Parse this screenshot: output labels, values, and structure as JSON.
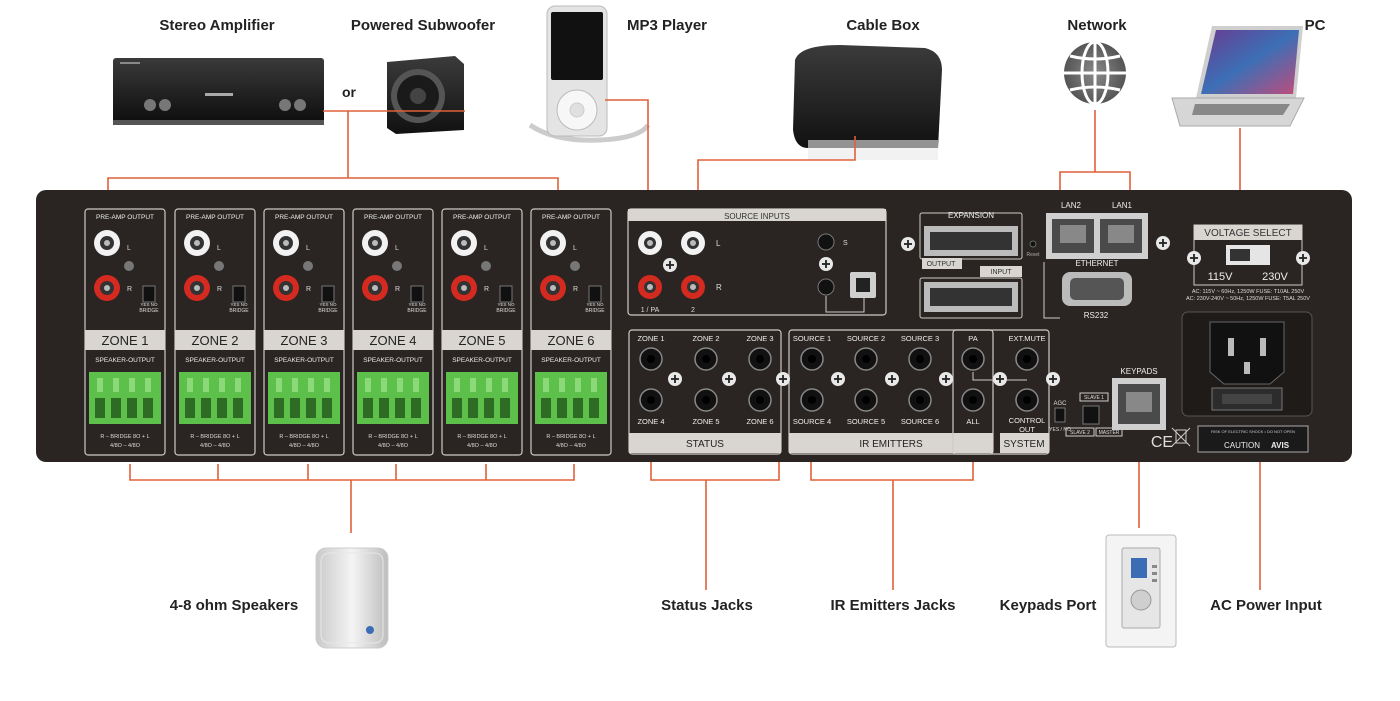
{
  "labels": {
    "stereo_amplifier": "Stereo Amplifier",
    "powered_subwoofer": "Powered Subwoofer",
    "or": "or",
    "mp3_player": "MP3 Player",
    "cable_box": "Cable Box",
    "network": "Network",
    "pc": "PC",
    "speakers": "4-8 ohm Speakers",
    "status_jacks": "Status Jacks",
    "ir_emitters_jacks": "IR Emitters Jacks",
    "keypads_port": "Keypads Port",
    "ac_power_input": "AC Power Input"
  },
  "panel": {
    "pre_amp_output": "PRE-AMP OUTPUT",
    "speaker_output": "SPEAKER-OUTPUT",
    "left": "L",
    "right": "R",
    "yes_no": "YES  NO",
    "bridge": "BRIDGE",
    "bridge_terms": "R  –  BRIDGE 8O  +  L",
    "ohms": "4/8O  –  4/8O",
    "zones": [
      "ZONE 1",
      "ZONE 2",
      "ZONE 3",
      "ZONE 4",
      "ZONE 5",
      "ZONE 6"
    ],
    "source_inputs": "SOURCE INPUTS",
    "src_1pa": "1 / PA",
    "src_2": "2",
    "s_label": "S",
    "expansion": "EXPANSION",
    "output": "OUTPUT",
    "input": "INPUT",
    "reset": "Reset",
    "lan2": "LAN2",
    "lan1": "LAN1",
    "ethernet": "ETHERNET",
    "rs232": "RS232",
    "voltage_select": "VOLTAGE SELECT",
    "v115": "115V",
    "v230": "230V",
    "fuse_line1": "AC: 115V ~ 60Hz, 1250W FUSE: T10AL 250V",
    "fuse_line2": "AC: 230V-240V ~ 50Hz, 1250W FUSE: T5AL 250V",
    "status_jacks": [
      "ZONE 1",
      "ZONE 2",
      "ZONE 3",
      "ZONE 4",
      "ZONE 5",
      "ZONE 6"
    ],
    "status_title": "STATUS",
    "ir_jacks": [
      "SOURCE 1",
      "SOURCE 2",
      "SOURCE 3",
      "SOURCE 4",
      "SOURCE 5",
      "SOURCE 6"
    ],
    "ir_all": "ALL",
    "ir_title": "IR EMITTERS",
    "pa": "PA",
    "ext_mute": "EXT.MUTE",
    "control_out": [
      "CONTROL",
      "OUT"
    ],
    "system_title": "SYSTEM",
    "keypads": "KEYPADS",
    "agc": "AGC",
    "yes_no_small": "YES / NO",
    "slave1": "SLAVE 1",
    "slave2": "SLAVE 2",
    "master": "MASTER",
    "ce": "CE",
    "caution": "CAUTION",
    "brand": "AVIS",
    "warning_small": "RISK OF ELECTRIC SHOCK • DO NOT OPEN"
  },
  "colors": {
    "line": "#e0603a",
    "chassis": "#2a2522",
    "panel_border": "#cfcac5",
    "section_bar": "#d9d6d2",
    "terminal": "#5cc04a",
    "rca_red": "#d42a20",
    "rca_white": "#f2f2f2"
  },
  "icons": {
    "network": "globe-icon",
    "pc": "laptop-icon",
    "speaker": "speaker-icon",
    "keypad": "wall-keypad-icon"
  }
}
